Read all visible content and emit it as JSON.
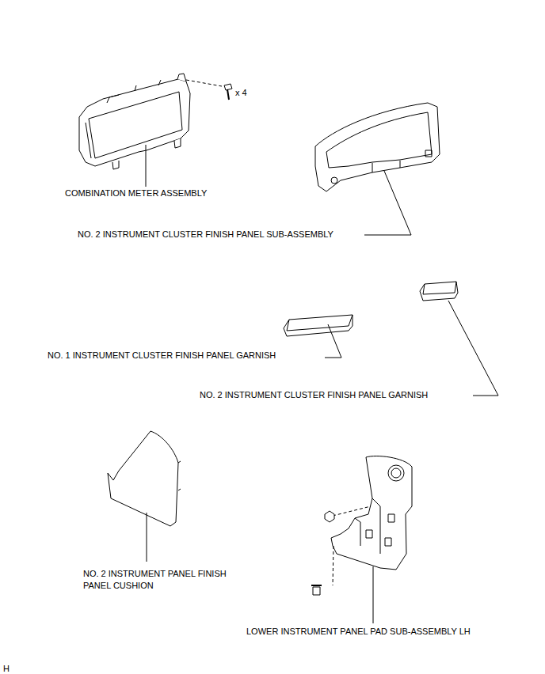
{
  "diagram": {
    "labels": [
      "x 4",
      "COMBINATION METER ASSEMBLY",
      "NO. 2 INSTRUMENT CLUSTER FINISH PANEL SUB-ASSEMBLY",
      "NO. 1 INSTRUMENT CLUSTER FINISH PANEL GARNISH",
      "NO. 2 INSTRUMENT CLUSTER FINISH PANEL GARNISH",
      "NO. 2 INSTRUMENT PANEL FINISH PANEL CUSHION",
      "LOWER INSTRUMENT PANEL PAD SUB-ASSEMBLY LH",
      "H"
    ]
  }
}
